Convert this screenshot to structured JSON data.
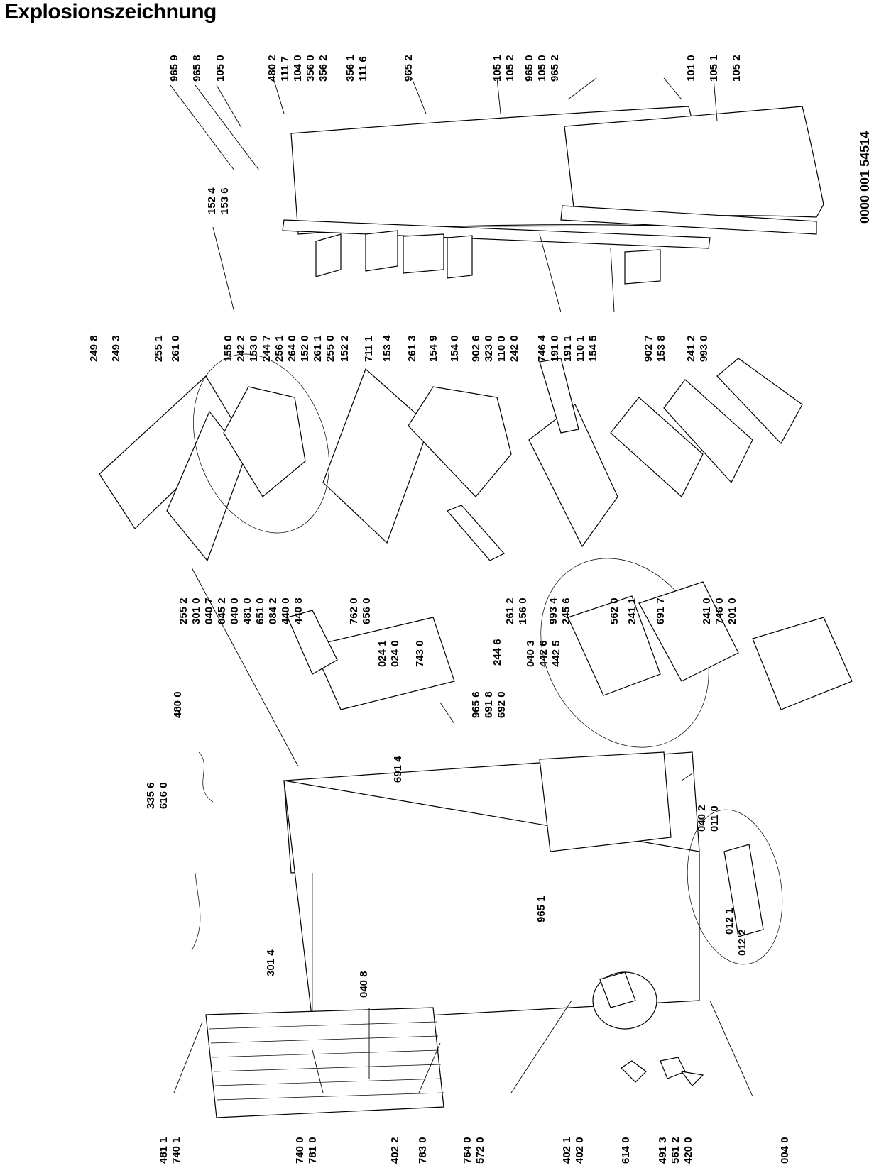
{
  "title": "Explosionszeichnung",
  "document_number": "0000 001 54514",
  "callouts": {
    "top_row": [
      "965 9",
      "965 8",
      "105 0",
      "480 2",
      "111 7",
      "104 0",
      "356 0",
      "356 2",
      "356 1",
      "111 6",
      "965 2",
      "105 1",
      "105 2",
      "965 0",
      "105 0",
      "965 2",
      "101 0",
      "105 1",
      "105 2"
    ],
    "door_group": [
      "152 4",
      "153 6"
    ],
    "mid_row": [
      "249 8",
      "249 3",
      "255 1",
      "261 0",
      "155 0",
      "242 2",
      "153 0",
      "244 7",
      "256 1",
      "264 0",
      "152 0",
      "261 1",
      "255 0",
      "152 2",
      "711 1",
      "153 4",
      "261 3",
      "154 9",
      "154 0",
      "902 6",
      "323 0",
      "110 0",
      "242 0",
      "746 4",
      "191 0",
      "191 1",
      "110 1",
      "154 5",
      "902 7",
      "153 8",
      "241 2",
      "993 0"
    ],
    "lower_row": [
      "255 2",
      "301 0",
      "040 7",
      "045 2",
      "040 0",
      "481 0",
      "651 0",
      "084 2",
      "440 0",
      "440 8",
      "762 0",
      "656 0",
      "024 1",
      "024 0",
      "743 0",
      "965 6",
      "691 8",
      "692 0",
      "261 2",
      "156 0",
      "993 4",
      "245 6",
      "562 0",
      "241 1",
      "691 7",
      "241 0",
      "746 0",
      "201 0",
      "244 6",
      "040 3",
      "442 6",
      "442 5"
    ],
    "frame_row": [
      "335 6",
      "616 0",
      "480 0",
      "691 4",
      "301 4",
      "040 8",
      "965 1",
      "040 2",
      "011 0",
      "012 1",
      "012 2"
    ],
    "bottom_row": [
      "481 1",
      "740 1",
      "740 0",
      "781 0",
      "402 2",
      "783 0",
      "764 0",
      "572 0",
      "402 1",
      "402 0",
      "614 0",
      "491 3",
      "561 2",
      "420 0",
      "004 0"
    ]
  }
}
